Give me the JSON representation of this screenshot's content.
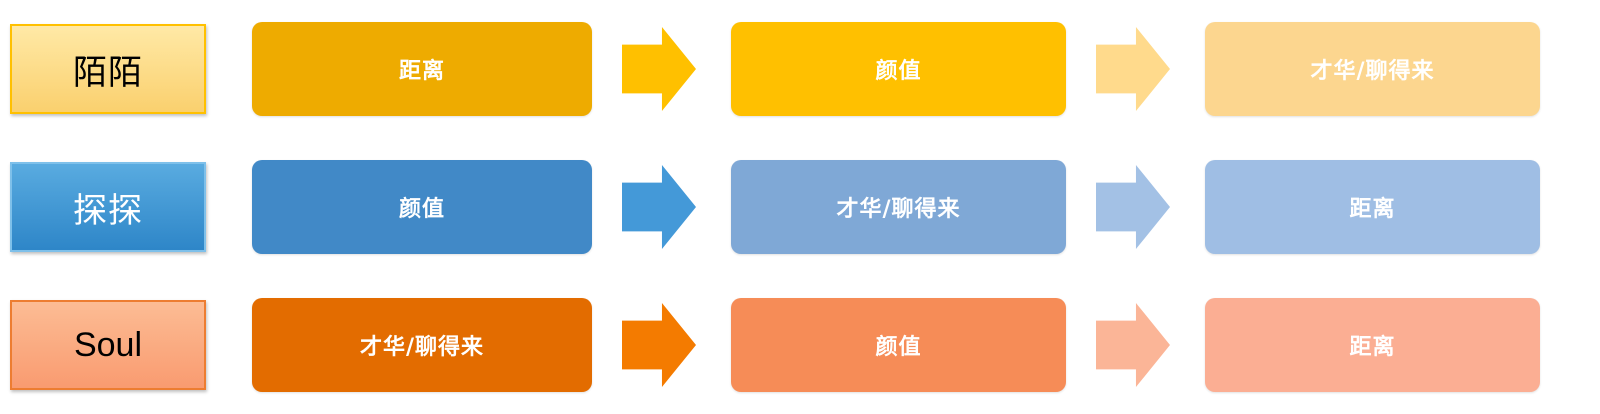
{
  "diagram": {
    "description": "Dating app matching-priority flow comparison",
    "rows": [
      {
        "app": "陌陌",
        "steps": [
          "距离",
          "颜值",
          "才华/聊得来"
        ],
        "colors": {
          "label_top": "#FFE9A6",
          "label_bottom": "#FAD06E",
          "label_border": "#FFC000",
          "label_text": "#000000",
          "boxes": [
            "#EEAB00",
            "#FFC000",
            "#FCD68F"
          ],
          "arrows": [
            "#FFC000",
            "#FFDA8C"
          ]
        }
      },
      {
        "app": "探探",
        "steps": [
          "颜值",
          "才华/聊得来",
          "距离"
        ],
        "colors": {
          "label_top": "#59ABE0",
          "label_bottom": "#2E86C8",
          "label_border": "#7EC0EA",
          "label_text": "#FFFFFF",
          "boxes": [
            "#4189C7",
            "#7FA8D6",
            "#9FBEE4"
          ],
          "arrows": [
            "#4499D8",
            "#A3C1E5"
          ]
        }
      },
      {
        "app": "Soul",
        "steps": [
          "才华/聊得来",
          "颜值",
          "距离"
        ],
        "colors": {
          "label_top": "#FCBC94",
          "label_bottom": "#F99B70",
          "label_border": "#ED7D31",
          "label_text": "#000000",
          "boxes": [
            "#E36C00",
            "#F68C57",
            "#FBAE93"
          ],
          "arrows": [
            "#F47B00",
            "#FBB597"
          ]
        }
      }
    ]
  }
}
